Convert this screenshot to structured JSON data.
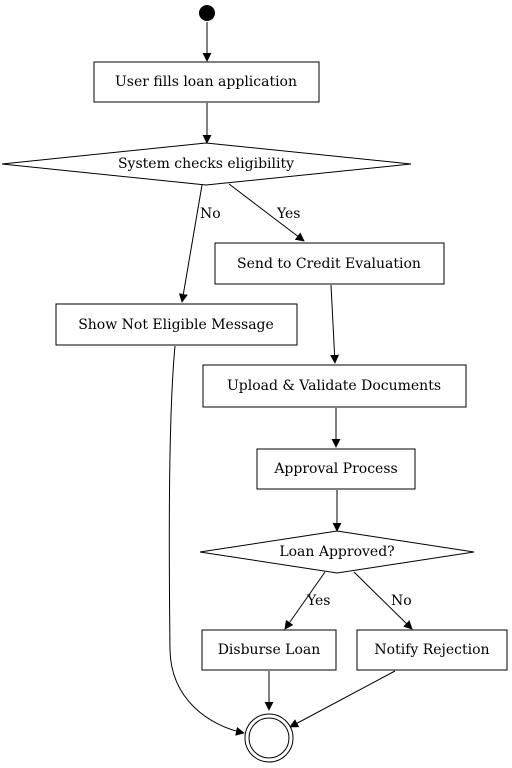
{
  "diagram": {
    "type": "activity-flowchart",
    "nodes": {
      "user_fills": "User fills loan application",
      "system_checks": "System checks eligibility",
      "send_credit": "Send to Credit Evaluation",
      "not_eligible": "Show Not Eligible Message",
      "upload_docs": "Upload & Validate Documents",
      "approval": "Approval Process",
      "loan_approved": "Loan Approved?",
      "disburse": "Disburse Loan",
      "notify": "Notify Rejection"
    },
    "edge_labels": {
      "eligibility_no": "No",
      "eligibility_yes": "Yes",
      "approved_yes": "Yes",
      "approved_no": "No"
    },
    "edges": [
      {
        "from": "start",
        "to": "user_fills"
      },
      {
        "from": "user_fills",
        "to": "system_checks"
      },
      {
        "from": "system_checks",
        "to": "not_eligible",
        "label": "No"
      },
      {
        "from": "system_checks",
        "to": "send_credit",
        "label": "Yes"
      },
      {
        "from": "send_credit",
        "to": "upload_docs"
      },
      {
        "from": "upload_docs",
        "to": "approval"
      },
      {
        "from": "approval",
        "to": "loan_approved"
      },
      {
        "from": "loan_approved",
        "to": "disburse",
        "label": "Yes"
      },
      {
        "from": "loan_approved",
        "to": "notify",
        "label": "No"
      },
      {
        "from": "not_eligible",
        "to": "end"
      },
      {
        "from": "disburse",
        "to": "end"
      },
      {
        "from": "notify",
        "to": "end"
      }
    ]
  }
}
